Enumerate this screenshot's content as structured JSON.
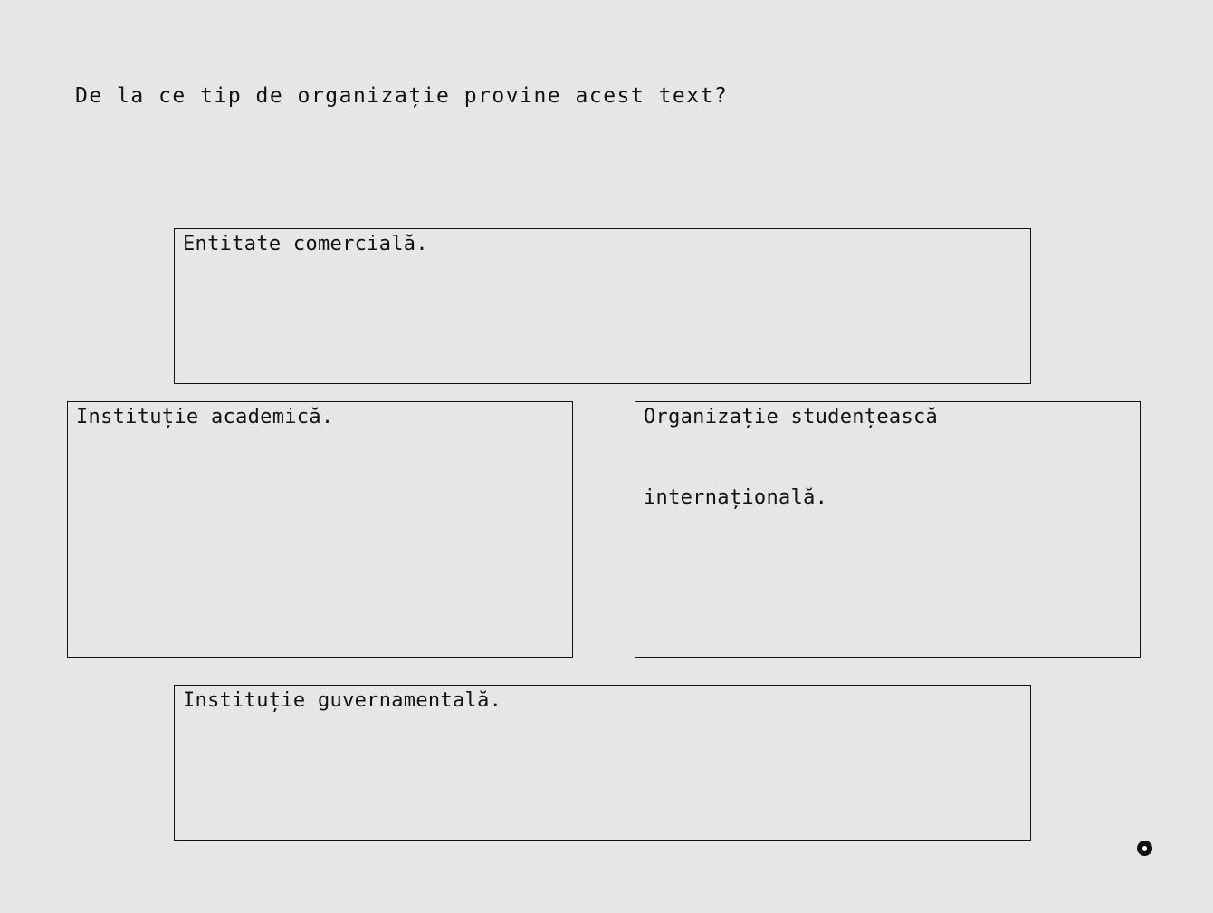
{
  "question": "De la ce tip de organizație provine acest text?",
  "options": [
    {
      "id": "commercial",
      "label": "Entitate comercială."
    },
    {
      "id": "academic",
      "label": "Instituție academică."
    },
    {
      "id": "student",
      "label": "Organizație studențească internațională."
    },
    {
      "id": "government",
      "label": "Instituție guvernamentală."
    }
  ],
  "cursor": {
    "icon": "cursor-ring-icon"
  },
  "colors": {
    "background": "#e6e6e6",
    "text": "#111111",
    "border": "#111111"
  }
}
